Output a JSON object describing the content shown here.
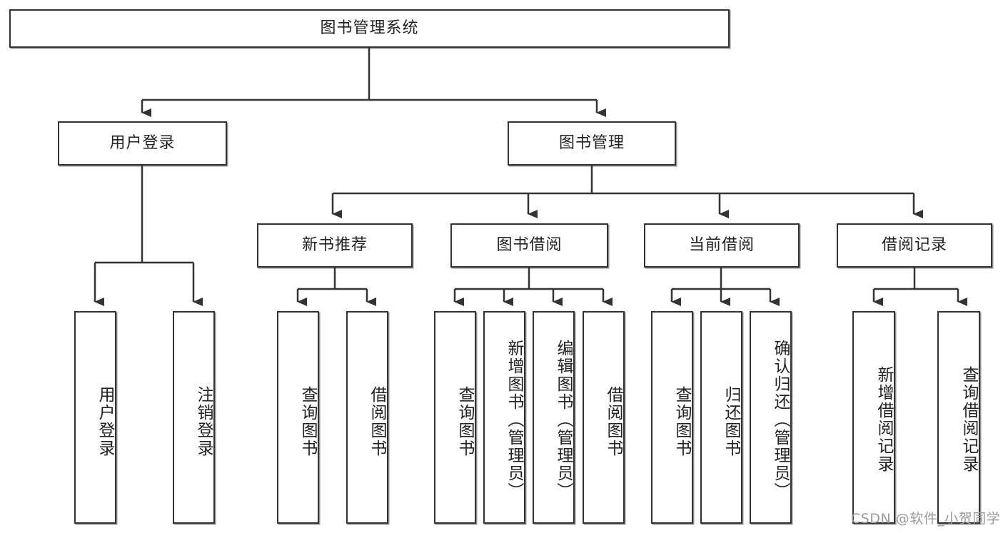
{
  "diagram": {
    "type": "tree-hierarchy",
    "title": "图书管理系统",
    "root": {
      "id": "root",
      "label": "图书管理系统"
    },
    "level2": [
      {
        "id": "user-login",
        "label": "用户登录"
      },
      {
        "id": "book-manage",
        "label": "图书管理"
      }
    ],
    "level3": [
      {
        "id": "new-book-recommend",
        "label": "新书推荐",
        "parent": "book-manage"
      },
      {
        "id": "book-borrow",
        "label": "图书借阅",
        "parent": "book-manage"
      },
      {
        "id": "current-borrow",
        "label": "当前借阅",
        "parent": "book-manage"
      },
      {
        "id": "borrow-record",
        "label": "借阅记录",
        "parent": "book-manage"
      }
    ],
    "leaves": [
      {
        "id": "leaf-user-login",
        "label": "用户登录",
        "parent": "user-login"
      },
      {
        "id": "leaf-user-logout",
        "label": "注销登录",
        "parent": "user-login"
      },
      {
        "id": "leaf-query-book-1",
        "label": "查询图书",
        "parent": "new-book-recommend"
      },
      {
        "id": "leaf-borrow-book-1",
        "label": "借阅图书",
        "parent": "new-book-recommend"
      },
      {
        "id": "leaf-query-book-2",
        "label": "查询图书",
        "parent": "book-borrow"
      },
      {
        "id": "leaf-add-book",
        "label": "新增图书（管理员）",
        "parent": "book-borrow"
      },
      {
        "id": "leaf-edit-book",
        "label": "编辑图书（管理员）",
        "parent": "book-borrow"
      },
      {
        "id": "leaf-borrow-book-2",
        "label": "借阅图书",
        "parent": "book-borrow"
      },
      {
        "id": "leaf-query-book-3",
        "label": "查询图书",
        "parent": "current-borrow"
      },
      {
        "id": "leaf-return-book",
        "label": "归还图书",
        "parent": "current-borrow"
      },
      {
        "id": "leaf-confirm-return",
        "label": "确认归还（管理员）",
        "parent": "current-borrow"
      },
      {
        "id": "leaf-add-record",
        "label": "新增借阅记录",
        "parent": "borrow-record"
      },
      {
        "id": "leaf-query-record",
        "label": "查询借阅记录",
        "parent": "borrow-record"
      }
    ],
    "colors": {
      "stroke": "#333333",
      "background": "#ffffff",
      "text": "#222222",
      "watermark": "#9a9a9a"
    }
  },
  "watermark": {
    "text": "CSDN @软件_小贺同学"
  }
}
